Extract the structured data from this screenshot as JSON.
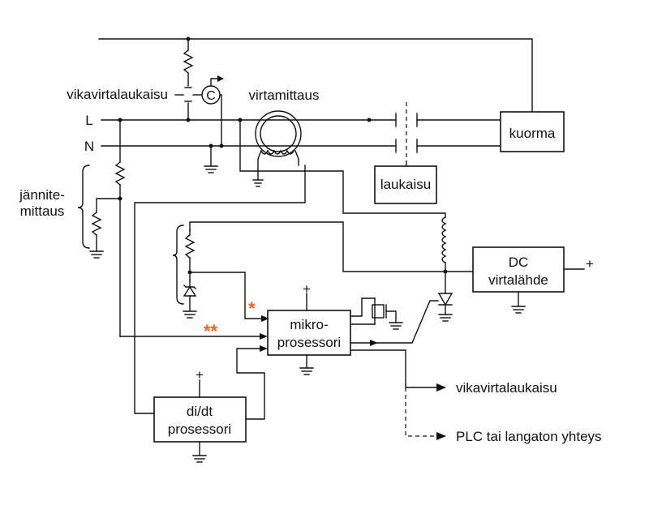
{
  "labels": {
    "fault_trip_top": "vikavirtalaukaisu",
    "current_measurement": "virtamittaus",
    "line_L": "L",
    "line_N": "N",
    "load": "kuorma",
    "trip": "laukaisu",
    "voltage_measurement_1": "jännite-",
    "voltage_measurement_2": "mittaus",
    "dc_supply_1": "DC",
    "dc_supply_2": "virtalähde",
    "plus": "+",
    "microprocessor_1": "mikro-",
    "microprocessor_2": "prosessori",
    "didt_1": "di/dt",
    "didt_2": "prosessori",
    "fault_trip_out": "vikavirtalaukaisu",
    "plc_out": "PLC tai langaton yhteys",
    "test_c": "C",
    "star_single": "*",
    "star_double": "**"
  },
  "colors": {
    "line": "#111111",
    "marker": "#ff5a1f",
    "background": "#ffffff"
  }
}
